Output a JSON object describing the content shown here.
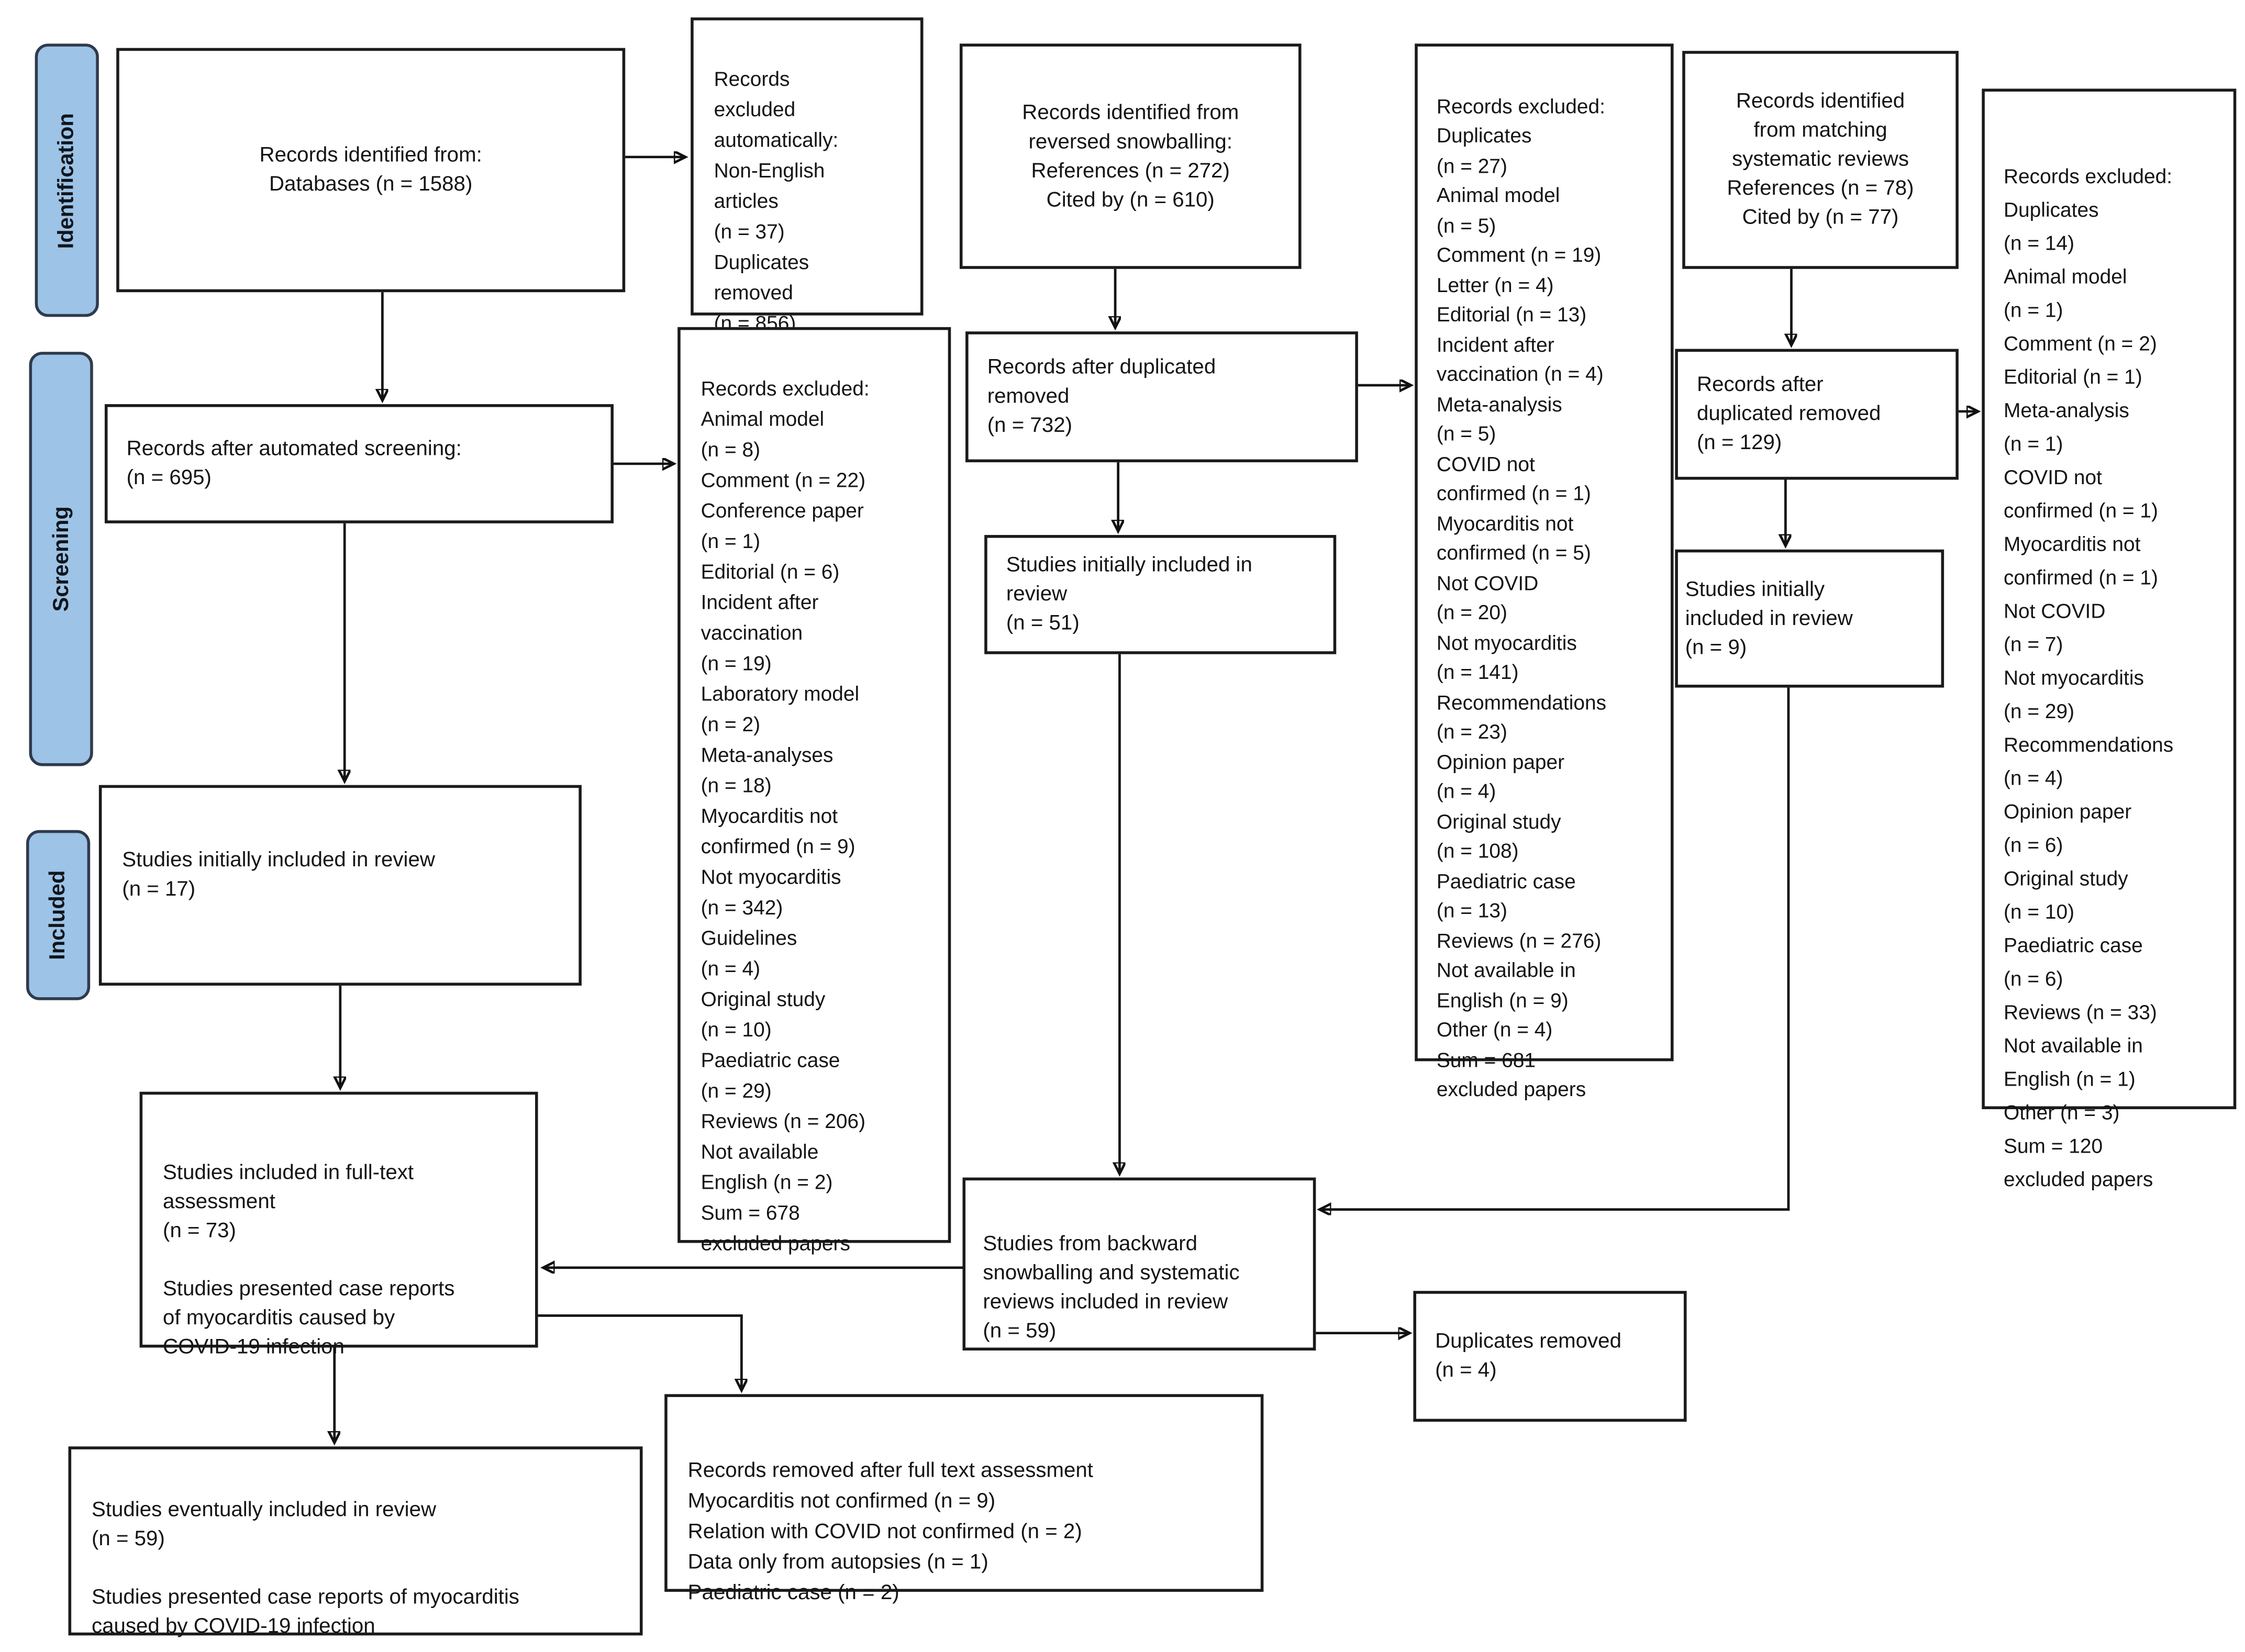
{
  "diagram": {
    "type": "PRISMA-style systematic review flow diagram",
    "accent_fill": "#9DC3E6",
    "box_border_color": "#1B1B1B",
    "stages": {
      "identification": "Identification",
      "screening": "Screening",
      "included": "Included"
    },
    "boxes": {
      "identified": "Records identified from:\nDatabases (n = 1588)",
      "excluded_auto": "Records\nexcluded\nautomatically:\nNon-English\narticles\n(n = 37)\nDuplicates\nremoved\n(n = 856)",
      "snowballing": "Records identified from\nreversed snowballing:\nReferences (n = 272)\nCited by (n = 610)",
      "excluded_backward": "Records excluded:\nDuplicates\n(n = 27)\nAnimal model\n(n = 5)\nComment (n = 19)\nLetter (n = 4)\nEditorial (n = 13)\nIncident after\nvaccination (n = 4)\nMeta-analysis\n(n = 5)\nCOVID not\nconfirmed (n = 1)\nMyocarditis not\nconfirmed (n = 5)\nNot COVID\n(n = 20)\nNot myocarditis\n(n = 141)\nRecommendations\n(n = 23)\nOpinion paper\n(n = 4)\nOriginal study\n(n = 108)\nPaediatric case\n(n = 13)\nReviews (n = 276)\nNot available in\nEnglish (n = 9)\nOther (n = 4)\nSum = 681\nexcluded papers",
      "matching": "Records identified\nfrom matching\nsystematic reviews\nReferences (n = 78)\nCited by (n = 77)",
      "excluded_matching": "Records excluded:\nDuplicates\n(n = 14)\nAnimal model\n(n = 1)\nComment (n = 2)\nEditorial (n = 1)\nMeta-analysis\n(n = 1)\nCOVID not\nconfirmed (n = 1)\nMyocarditis not\nconfirmed (n = 1)\nNot COVID\n(n = 7)\nNot myocarditis\n(n = 29)\nRecommendations\n(n = 4)\nOpinion paper\n(n = 6)\nOriginal study\n(n = 10)\nPaediatric case\n(n = 6)\nReviews (n = 33)\nNot available in\nEnglish (n = 1)\nOther (n = 3)\nSum = 120\nexcluded papers",
      "auto_screening": "Records after automated screening:\n(n = 695)",
      "excluded_screening": "Records excluded:\nAnimal model\n(n = 8)\nComment (n = 22)\nConference paper\n(n = 1)\nEditorial (n = 6)\nIncident after\nvaccination\n(n = 19)\nLaboratory model\n(n = 2)\nMeta-analyses\n(n = 18)\nMyocarditis not\nconfirmed (n = 9)\nNot myocarditis\n(n = 342)\nGuidelines\n(n = 4)\nOriginal study\n(n = 10)\nPaediatric case\n(n = 29)\nReviews (n = 206)\nNot available\nEnglish (n = 2)\nSum = 678\nexcluded papers",
      "after_dup_732": "Records after duplicated\nremoved\n(n = 732)",
      "initially_51": "Studies initially included in\nreview\n(n = 51)",
      "after_dup_129": "Records after\nduplicated removed\n(n = 129)",
      "initially_9": "Studies initially\nincluded in review\n(n = 9)",
      "initially_17": "Studies initially included in review\n(n = 17)",
      "fulltext": "Studies included in full-text\nassessment\n(n = 73)\n\nStudies presented case reports\nof myocarditis caused by\nCOVID-19 infection",
      "backward_59": "Studies from backward\nsnowballing and systematic\nreviews included in review\n(n = 59)",
      "duplicates_4": "Duplicates removed\n(n = 4)",
      "removed_fulltext": "Records removed after full text assessment\n Myocarditis not confirmed (n = 9)\nRelation with COVID not confirmed (n = 2)\nData only from autopsies (n = 1)\nPaediatric case (n = 2)",
      "eventually_59": "Studies eventually included in review\n(n = 59)\n\nStudies presented case reports of myocarditis\ncaused by COVID-19 infection"
    }
  }
}
